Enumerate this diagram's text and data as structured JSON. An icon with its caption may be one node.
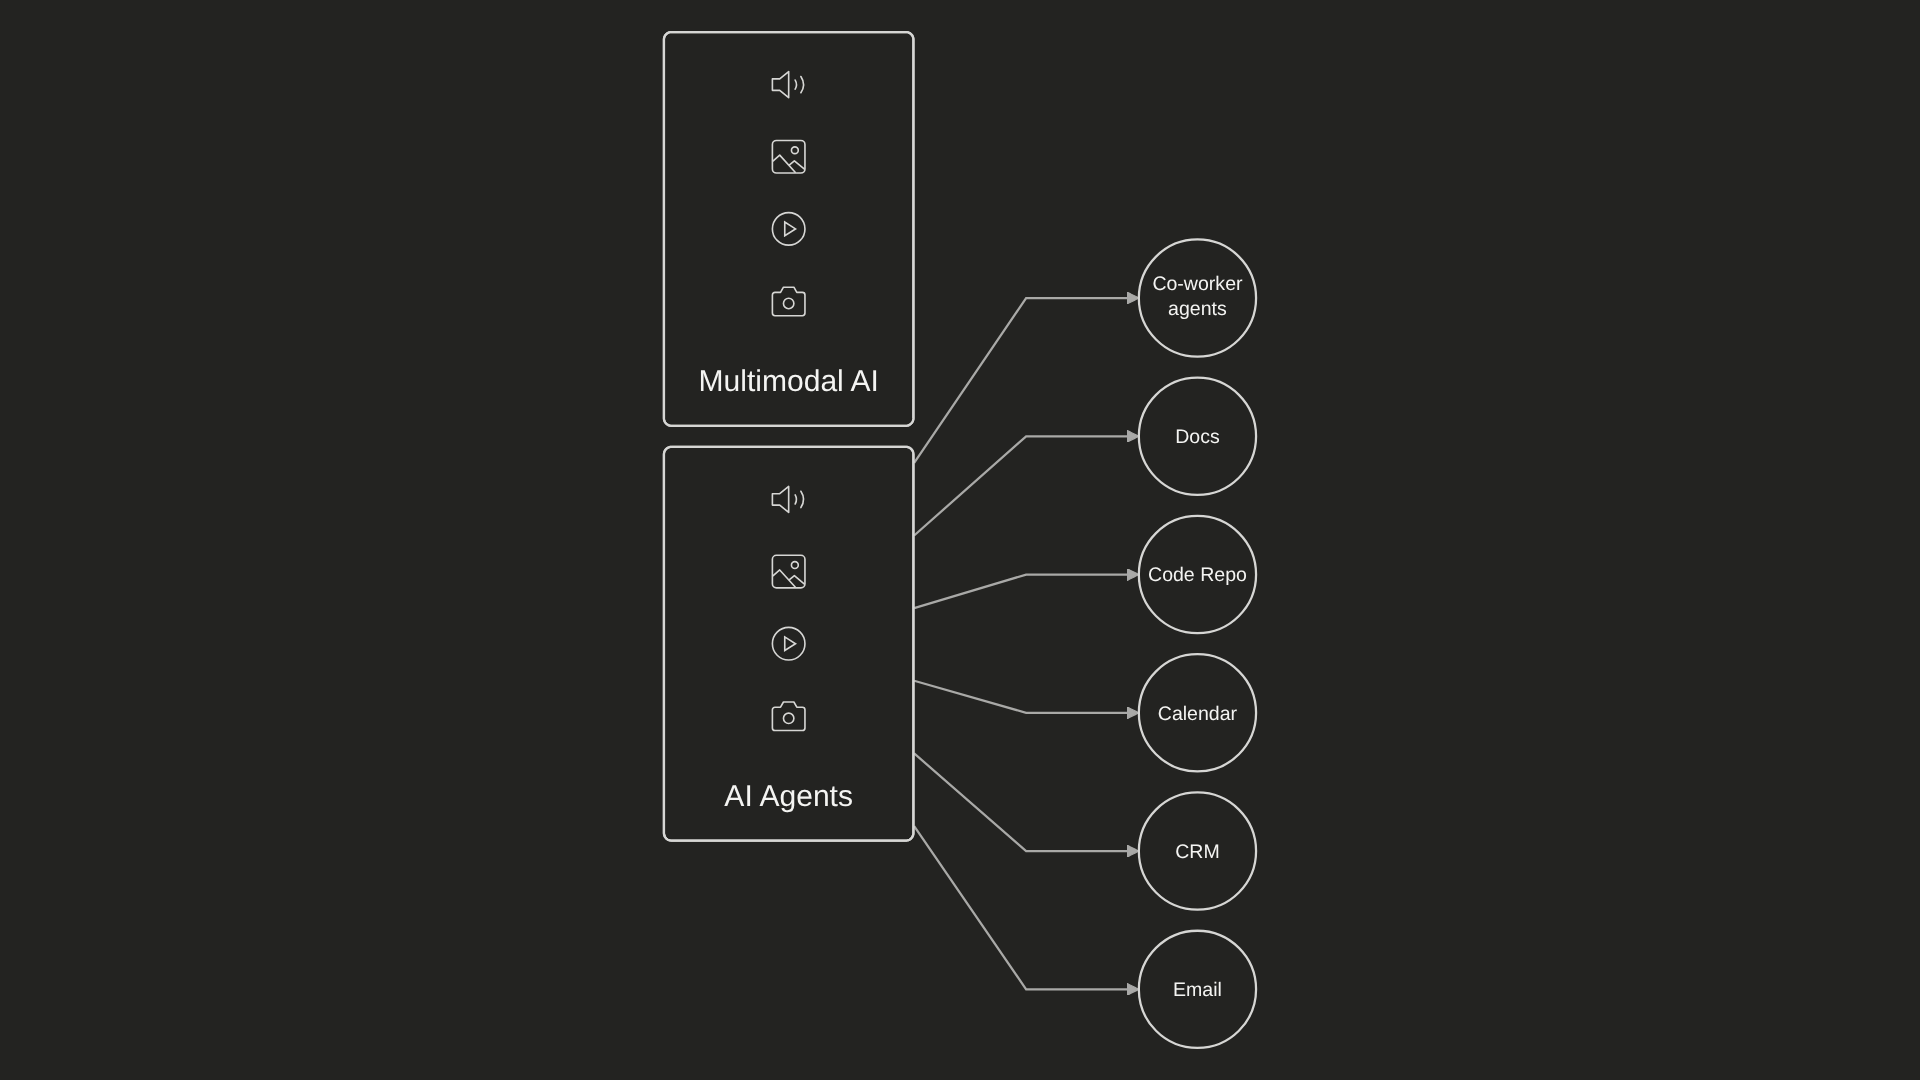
{
  "diagram": {
    "nodes": [
      {
        "text": [
          "Multimodal AI"
        ]
      },
      {
        "text": [
          "Co-worker agents"
        ]
      },
      {
        "text": [
          "Docs"
        ]
      },
      {
        "text": [
          "Code Repo"
        ]
      },
      {
        "text": [
          "AI Agents"
        ]
      },
      {
        "text": [
          "Calendar"
        ]
      },
      {
        "text": [
          "CRM"
        ]
      },
      {
        "text": [
          "Email"
        ]
      }
    ],
    "edges": [
      {
        "from": 4,
        "to": 1,
        "arrow": "to"
      },
      {
        "from": 4,
        "to": 2,
        "arrow": "to"
      },
      {
        "from": 4,
        "to": 3,
        "arrow": "to"
      },
      {
        "from": 4,
        "to": 5,
        "arrow": "to"
      },
      {
        "from": 4,
        "to": 6,
        "arrow": "to"
      },
      {
        "from": 4,
        "to": 7,
        "arrow": "to"
      }
    ]
  }
}
